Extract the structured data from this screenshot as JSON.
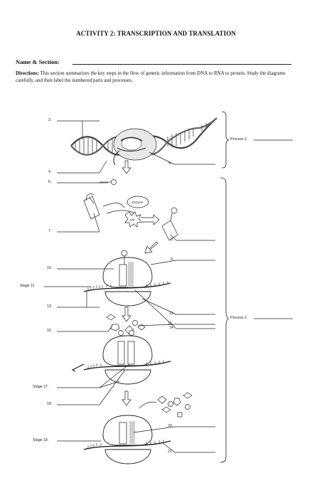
{
  "title": "ACTIVITY 2: TRANSCRIPTION AND TRANSLATION",
  "name_label": "Name & Section:",
  "directions_label": "Directions:",
  "directions_text": "This section summarizes the key steps in the flow of genetic information from DNA to RNA to protein. Study the diagrams carefully, and then label the numbered parts and processes.",
  "labels": {
    "l3": "3.",
    "l4": "4.",
    "l5": "5.",
    "l6": "6.",
    "l7": "7.",
    "l8": "8.",
    "l9": "9.",
    "l10": "10.",
    "stage11": "Stage  11.",
    "l12": "12.",
    "l13": "13.",
    "l14": "14.",
    "l15": "15.",
    "l16": "16.",
    "stage17": "Stage  17.",
    "l18": "18.",
    "stage19": "Stage  19.",
    "l20": "20.",
    "l21": "21.",
    "process1": "Process  1.",
    "process2": "Process  2."
  },
  "diagram_text": {
    "enzyme": "Enzyme",
    "atp": "ATP"
  }
}
